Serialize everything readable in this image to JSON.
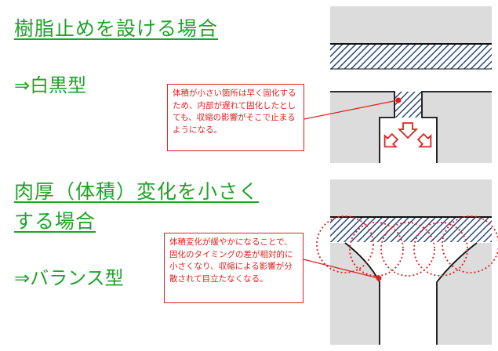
{
  "section_top": {
    "heading": "樹脂止めを設ける場合",
    "type_label": "⇒白黒型",
    "callout": "体積が小さい箇所は早く固化するため、内部が遅れて固化したとしても、収縮の影響がそこで止まるようになる。"
  },
  "section_bottom": {
    "heading_line1": "肉厚（体積）変化を小さく",
    "heading_line2": "する場合",
    "type_label": "⇒バランス型",
    "callout": "体積変化が緩やかになることで、固化のタイミングの差が相対的に小さくなり、収縮による影響が分散されて目立たなくなる。"
  },
  "colors": {
    "heading": "#1fa32a",
    "callout": "#e02020",
    "part_fill": "#dcdcdc",
    "resin_hatch": "#2c4a7c"
  },
  "icons": [
    "arrow-down-icon",
    "arrow-down-left-icon",
    "arrow-down-right-icon"
  ]
}
